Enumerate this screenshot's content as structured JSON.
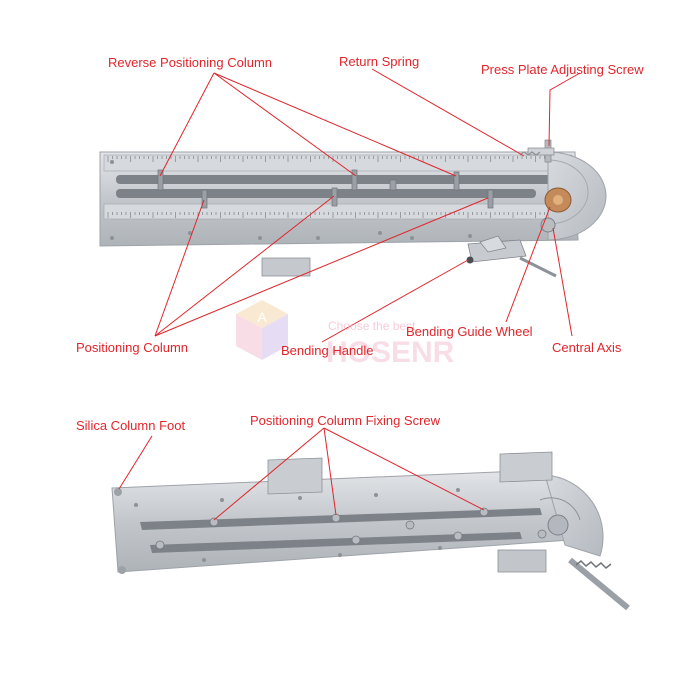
{
  "labels": {
    "reverse_positioning_column": "Reverse Positioning Column",
    "return_spring": "Return Spring",
    "press_plate_adjusting_screw": "Press Plate Adjusting Screw",
    "positioning_column": "Positioning Column",
    "bending_handle": "Bending Handle",
    "bending_guide_wheel": "Bending Guide Wheel",
    "central_axis": "Central Axis",
    "silica_column_foot": "Silica Column Foot",
    "positioning_column_fixing_screw": "Positioning Column Fixing Screw"
  },
  "watermark": {
    "brand": "HOSENR",
    "tagline": "Choose the best",
    "logo_letters": "A"
  },
  "colors": {
    "annotation": "#e0262b",
    "watermark_pink": "#f3b6c8",
    "watermark_orange": "#f6cf9c",
    "watermark_purple": "#c8b5e8",
    "steel": "#c9ccd0",
    "steel_dark": "#9ea3a9"
  }
}
